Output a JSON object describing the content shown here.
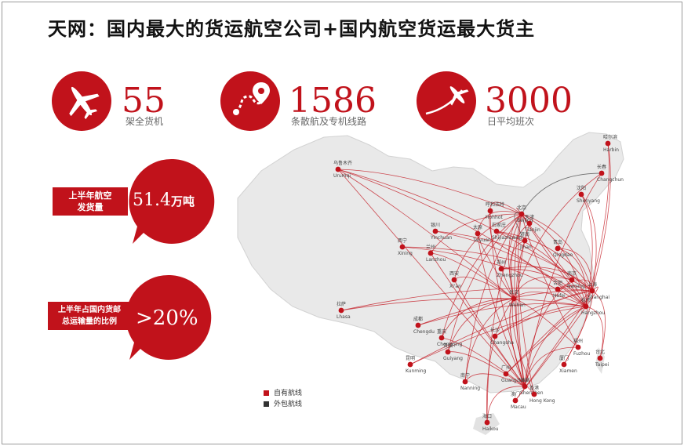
{
  "title": "天网：国内最大的货运航空公司+国内航空货运最大货主",
  "stats": [
    {
      "icon": "airplane-icon",
      "number": "55",
      "label": "架全货机"
    },
    {
      "icon": "route-pin-icon",
      "number": "1586",
      "label": "条散航及专机线路"
    },
    {
      "icon": "takeoff-icon",
      "number": "3000",
      "label": "日平均班次"
    }
  ],
  "bubbles": [
    {
      "tag": "上半年航空\n发货量",
      "value": "51.4",
      "unit": "万吨"
    },
    {
      "tag": "上半年占国内货邮\n总运输量的比例",
      "value": ">20%",
      "unit": ""
    }
  ],
  "legend": [
    {
      "label": "自有航线",
      "color": "#c1121b"
    },
    {
      "label": "外包航线",
      "color": "#333333"
    }
  ],
  "cities": [
    {
      "cn": "乌鲁木齐",
      "en": "Urumqi"
    },
    {
      "cn": "哈尔滨",
      "en": "Harbin"
    },
    {
      "cn": "长春",
      "en": "Changchun"
    },
    {
      "cn": "沈阳",
      "en": "Shenyang"
    },
    {
      "cn": "呼和浩特",
      "en": "Hohhot"
    },
    {
      "cn": "北京",
      "en": "Beijing"
    },
    {
      "cn": "天津",
      "en": "Tianjin"
    },
    {
      "cn": "石家庄",
      "en": "Shijiazhuang"
    },
    {
      "cn": "太原",
      "en": "Taiyuan"
    },
    {
      "cn": "银川",
      "en": "Yinchuan"
    },
    {
      "cn": "兰州",
      "en": "Lanzhou"
    },
    {
      "cn": "西宁",
      "en": "Xining"
    },
    {
      "cn": "西安",
      "en": "Xi'an"
    },
    {
      "cn": "郑州",
      "en": "Zhengzhou"
    },
    {
      "cn": "济南",
      "en": "Jinan"
    },
    {
      "cn": "青岛",
      "en": "Qingdao"
    },
    {
      "cn": "南京",
      "en": "Nanjing"
    },
    {
      "cn": "上海",
      "en": "Shanghai"
    },
    {
      "cn": "杭州",
      "en": "Hangzhou"
    },
    {
      "cn": "合肥",
      "en": "Hefei"
    },
    {
      "cn": "武汉",
      "en": "Wuhan"
    },
    {
      "cn": "成都",
      "en": "Chengdu"
    },
    {
      "cn": "重庆",
      "en": "Chongqing"
    },
    {
      "cn": "长沙",
      "en": "Changsha"
    },
    {
      "cn": "贵阳",
      "en": "Guiyang"
    },
    {
      "cn": "昆明",
      "en": "Kunming"
    },
    {
      "cn": "南宁",
      "en": "Nanning"
    },
    {
      "cn": "广州",
      "en": "Guangzhou"
    },
    {
      "cn": "深圳",
      "en": "Shenzhen"
    },
    {
      "cn": "厦门",
      "en": "Xiamen"
    },
    {
      "cn": "福州",
      "en": "Fuzhou"
    },
    {
      "cn": "台北",
      "en": "Taipei"
    },
    {
      "cn": "香港",
      "en": "Hong Kong"
    },
    {
      "cn": "澳门",
      "en": "Macau"
    },
    {
      "cn": "海口",
      "en": "Haikou"
    },
    {
      "cn": "拉萨",
      "en": "Lhasa"
    }
  ]
}
